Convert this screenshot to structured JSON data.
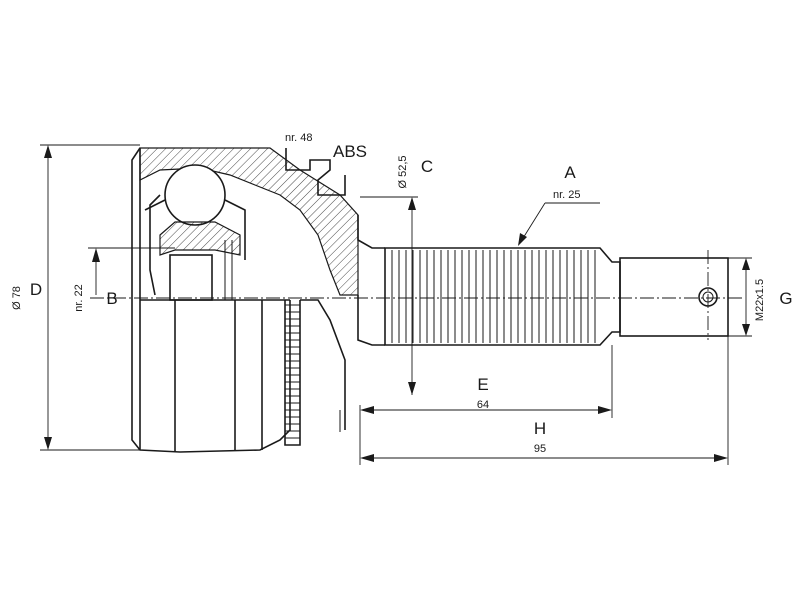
{
  "labels": {
    "A": "A",
    "B": "B",
    "C": "C",
    "D": "D",
    "E": "E",
    "G": "G",
    "H": "H",
    "abs": "ABS",
    "nr48": "nr. 48",
    "nr25": "nr. 25",
    "nr22": "nr. 22",
    "dia78": "Ø 78",
    "dia52": "Ø 52,5",
    "thread": "M22x1.5",
    "len64": "64",
    "len95": "95"
  }
}
